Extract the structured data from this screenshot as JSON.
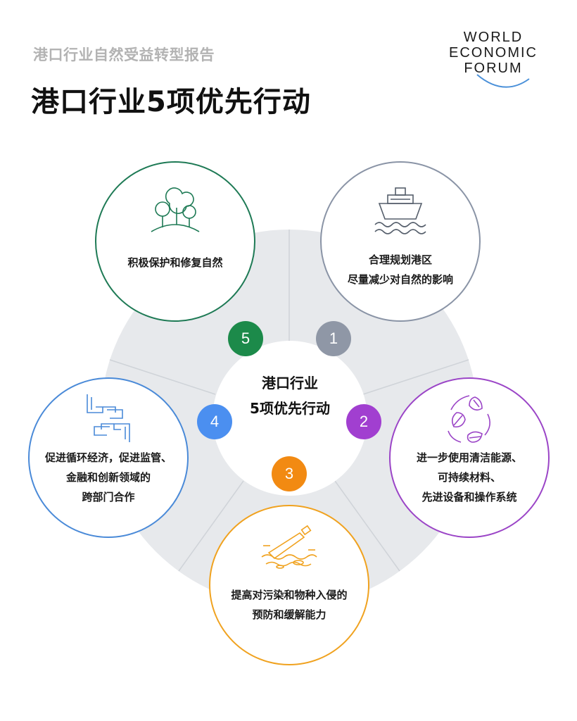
{
  "header": {
    "subtitle": "港口行业自然受益转型报告",
    "title": "港口行业5项优先行动"
  },
  "logo": {
    "lines": [
      "WORLD",
      "ECONOMIC",
      "FORUM"
    ]
  },
  "center": {
    "label": "港口行业\n5项优先行动"
  },
  "actions": [
    {
      "number": "1",
      "text": "合理规划港区\n尽量减少对自然的影响",
      "icon": "ship-icon",
      "color": "#8a94a6",
      "badge_color": "#8f97a6"
    },
    {
      "number": "2",
      "text": "进一步使用清洁能源、\n可持续材料、\n先进设备和操作系统",
      "icon": "recycle-leaves-icon",
      "color": "#9b45c7",
      "badge_color": "#a13fd0"
    },
    {
      "number": "3",
      "text": "提高对污染和物种入侵的\n预防和缓解能力",
      "icon": "plastic-pollution-icon",
      "color": "#f0a21f",
      "badge_color": "#f28a12"
    },
    {
      "number": "4",
      "text": "促进循环经济，促进监管、\n金融和创新领域的\n跨部门合作",
      "icon": "joined-hands-icon",
      "color": "#4a8ad8",
      "badge_color": "#4b8ff0"
    },
    {
      "number": "5",
      "text": "积极保护和修复自然",
      "icon": "trees-icon",
      "color": "#1e7a55",
      "badge_color": "#1c8a4a"
    }
  ],
  "colors": {
    "ring": "#e7e9ec",
    "divider": "#cfd3d8",
    "text": "#1a1a1a",
    "subtitle": "#b3b3b3",
    "logo_arc": "#4a90d9"
  }
}
